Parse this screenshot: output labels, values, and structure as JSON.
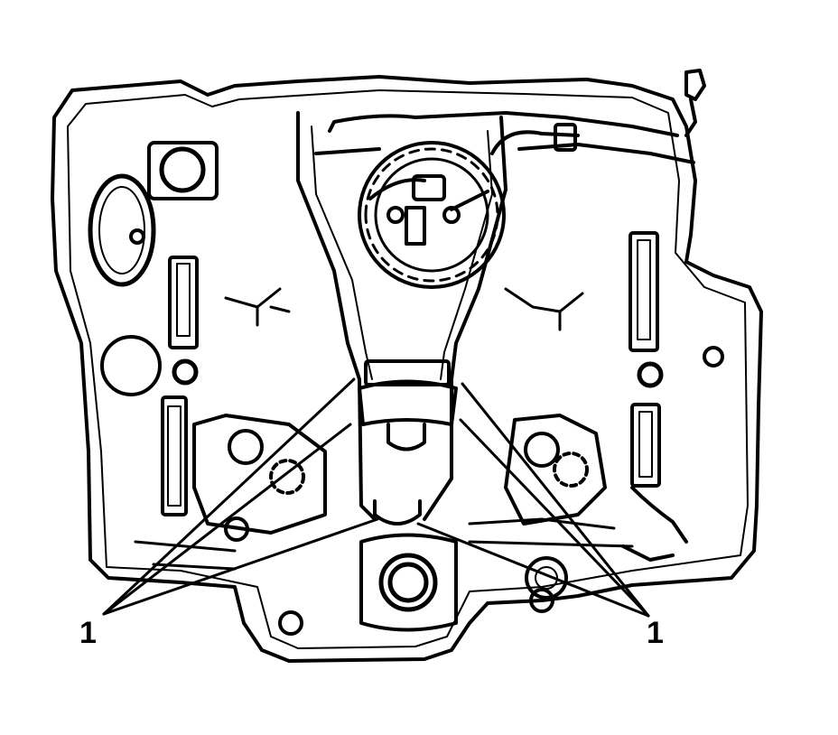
{
  "figure": {
    "subject": "fuel-tank-underside-illustration",
    "line_color": "#000000",
    "background_color": "#ffffff"
  },
  "callouts": [
    {
      "label": "1",
      "side": "left",
      "targets": 3
    },
    {
      "label": "1",
      "side": "right",
      "targets": 3
    }
  ]
}
